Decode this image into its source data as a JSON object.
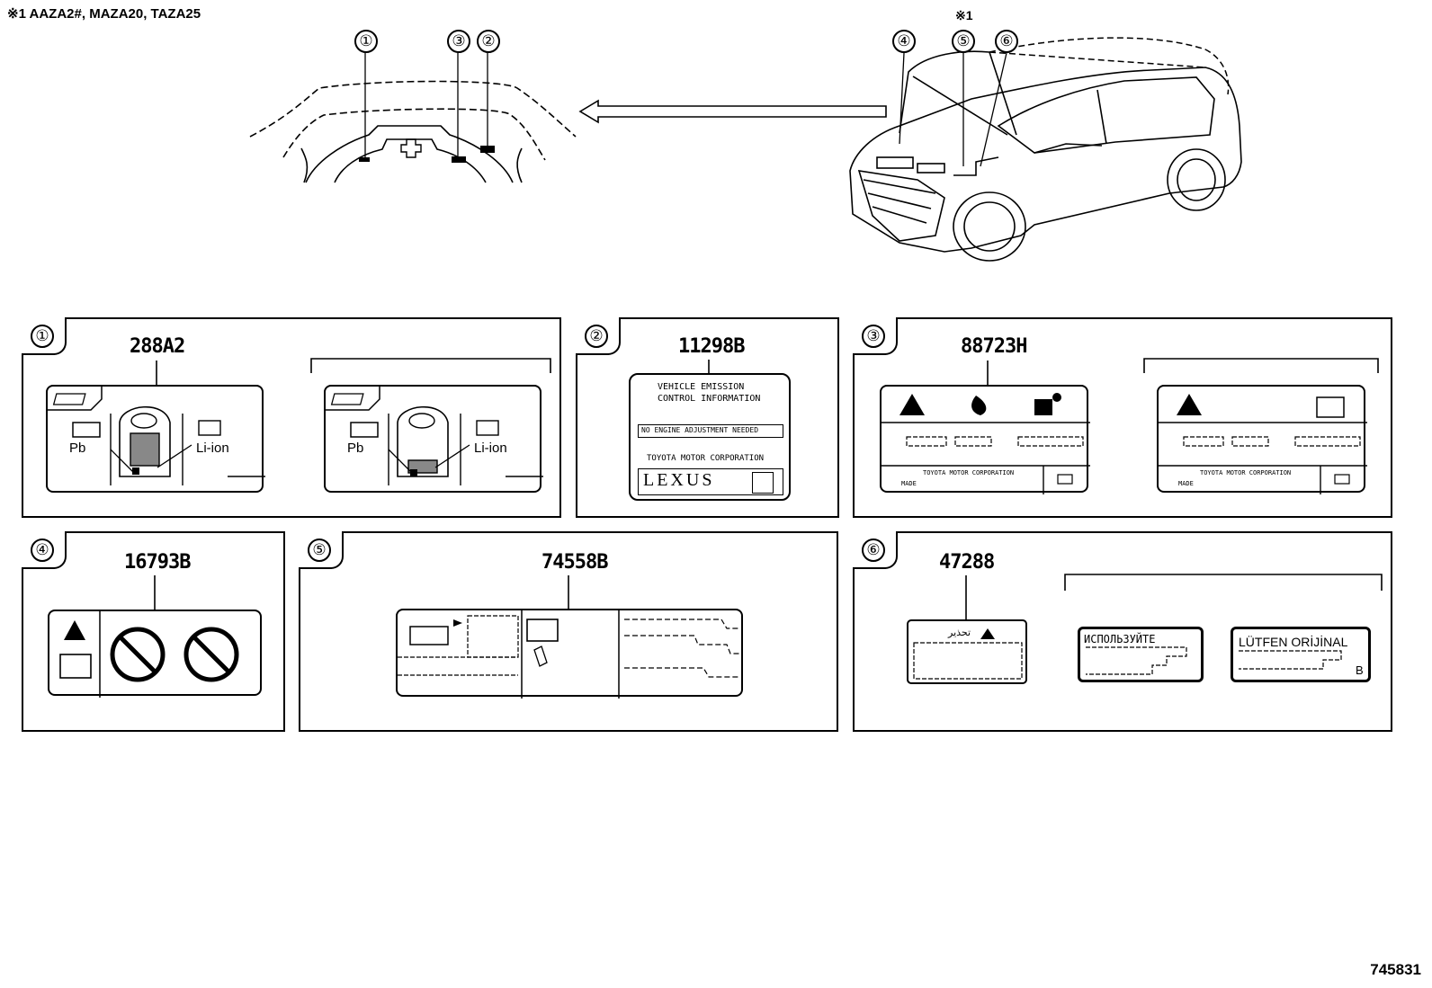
{
  "note": "※1 AAZA2#, MAZA20, TAZA25",
  "diagram_id": "745831",
  "callouts": {
    "c1": "①",
    "c2": "②",
    "c3": "③",
    "c4": "④",
    "c5": "⑤",
    "c6": "⑥",
    "c5_note": "※1"
  },
  "panels": {
    "p1": {
      "index": "①",
      "part": "288A2",
      "pb": "Pb",
      "liion": "Li-ion"
    },
    "p2": {
      "index": "②",
      "part": "11298B",
      "line1": "VEHICLE EMISSION",
      "line2": "CONTROL INFORMATION",
      "line3": "NO ENGINE ADJUSTMENT NEEDED",
      "line4": "TOYOTA MOTOR CORPORATION",
      "brand": "LEXUS"
    },
    "p3": {
      "index": "③",
      "part": "88723H",
      "maker": "TOYOTA MOTOR CORPORATION",
      "made": "MADE"
    },
    "p4": {
      "index": "④",
      "part": "16793B"
    },
    "p5": {
      "index": "⑤",
      "part": "74558B"
    },
    "p6": {
      "index": "⑥",
      "part": "47288",
      "arabic": "تحذير",
      "russian": "ИСПОЛЬЗУЙТЕ",
      "turkish": "LÜTFEN ORİJİNAL",
      "letter": "B"
    }
  }
}
